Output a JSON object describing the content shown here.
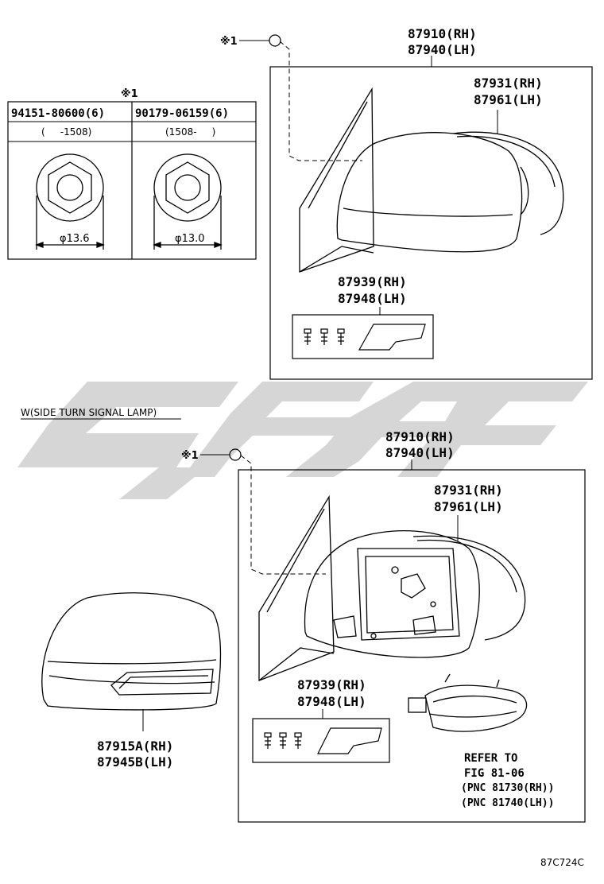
{
  "top_section": {
    "assembly": {
      "rh": "87910(RH)",
      "lh": "87940(LH)"
    },
    "mirror_cover": {
      "rh": "87931(RH)",
      "lh": "87961(LH)"
    },
    "screw_set": {
      "rh": "87939(RH)",
      "lh": "87948(LH)"
    },
    "nut_callout": "※1"
  },
  "nut_table": {
    "note": "※1",
    "columns": [
      {
        "part": "94151-80600(6)",
        "range": "(     -1508)",
        "dimension": "φ13.6"
      },
      {
        "part": "90179-06159(6)",
        "range": "(1508-     )",
        "dimension": "φ13.0"
      }
    ]
  },
  "bottom_section": {
    "title": "W(SIDE TURN SIGNAL LAMP)",
    "assembly": {
      "rh": "87910(RH)",
      "lh": "87940(LH)"
    },
    "mirror_cover": {
      "rh": "87931(RH)",
      "lh": "87961(LH)"
    },
    "screw_set": {
      "rh": "87939(RH)",
      "lh": "87948(LH)"
    },
    "nut_callout": "※1",
    "outer_cover": {
      "rh": "87915A(RH)",
      "lh": "87945B(LH)"
    },
    "refer": {
      "line1": "REFER TO",
      "line2": "FIG 81-06",
      "line3": "(PNC 81730(RH))",
      "line4": "(PNC 81740(LH))"
    }
  },
  "figure_code": "87C724C",
  "colors": {
    "line": "#000000",
    "watermark": "#d6d6d6"
  }
}
